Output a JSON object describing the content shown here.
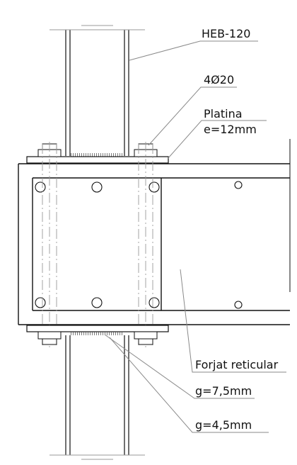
{
  "labels": {
    "profile": "HEB-120",
    "bolts": "4Ø20",
    "plate_name": "Platina",
    "plate_thickness": "e=12mm",
    "slab": "Forjat reticular",
    "weld_large": "g=7,5mm",
    "weld_small": "g=4,5mm"
  },
  "colors": {
    "line": "#111111",
    "leader": "#8a8a8a",
    "hidden": "#9a9a9a"
  }
}
